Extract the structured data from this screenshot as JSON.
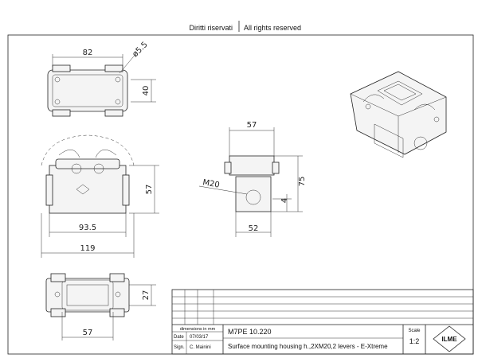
{
  "header": {
    "rights_it": "Diritti riservati",
    "rights_en": "All rights reserved"
  },
  "dimensions": {
    "top_width": "82",
    "top_hole": "ø5.5",
    "top_height": "40",
    "front_width_inner": "93.5",
    "front_width_outer": "119",
    "front_height": "57",
    "side_width_top": "57",
    "side_width_bottom": "52",
    "side_height": "75",
    "side_thread": "M20",
    "side_small": "4",
    "bottom_width": "57",
    "bottom_height": "27"
  },
  "title_block": {
    "units_note": "dimensions in mm",
    "code": "M7PE 10.220",
    "date_label": "Date",
    "date_value": "07/03/17",
    "sign_label": "Sign.",
    "sign_value": "C. Mainini",
    "description": "Surface mounting housing h.,2XM20,2 levers - E-Xtreme",
    "scale_label": "Scale",
    "scale_value": "1:2",
    "logo_text": "ILME"
  }
}
